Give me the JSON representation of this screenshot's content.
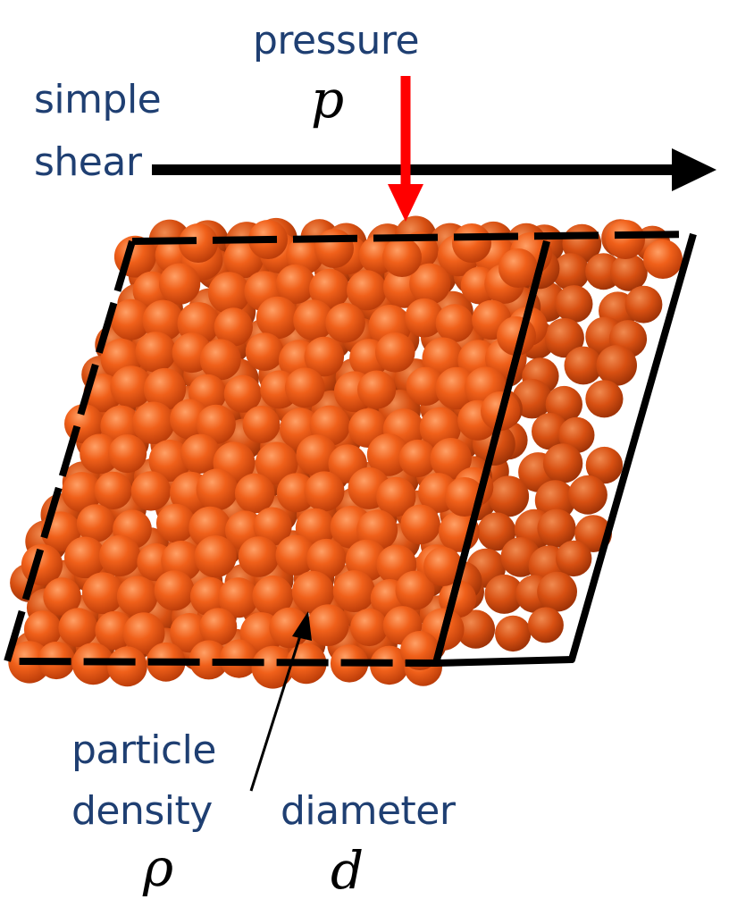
{
  "labels": {
    "pressure": "pressure",
    "pressure_symbol": "p",
    "shear_line1": "simple",
    "shear_line2": "shear",
    "particle_line1": "particle",
    "particle_line2": "density",
    "density_symbol": "ρ",
    "diameter": "diameter",
    "diameter_symbol": "d"
  },
  "colors": {
    "label_text": "#1f3f72",
    "shear_arrow": "#000000",
    "pressure_arrow": "#ff0000",
    "particle": "#e8550f",
    "particle_highlight": "#ff8a3d",
    "particle_shadow": "#a8330a",
    "box_outline": "#000000"
  }
}
